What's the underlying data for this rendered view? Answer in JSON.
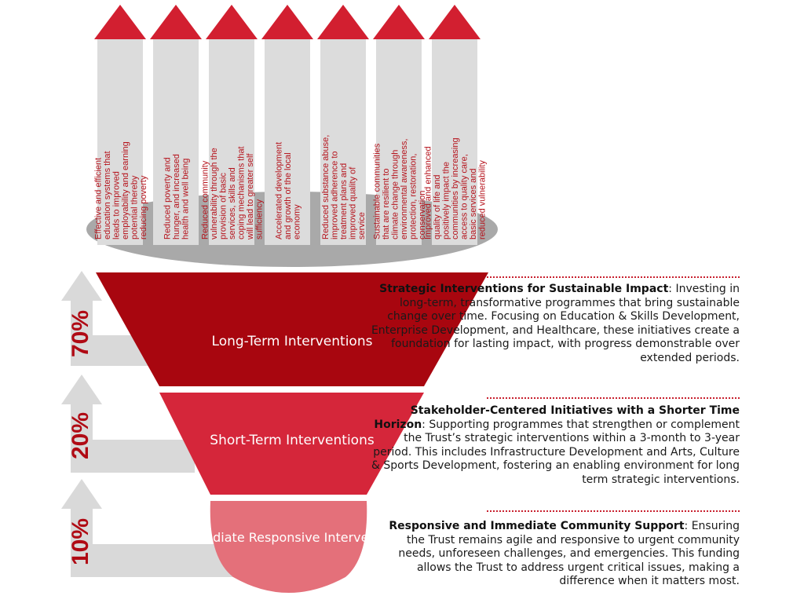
{
  "outcomes": [
    "Effective and efficient education systems that leads to improved employability and earning potential thereby reducing poverty",
    "Reduced poverty and hunger, and increased health and well being",
    "Reduced community vulnerability through the provision of basic services, skills and coping mechanisms that will lead to greater self sufficiency",
    "Accelerated development and growth of the local economy",
    "Reduced substance abuse, improved adherence to treatment plans and improved quality of service",
    "Sustainable communities that are resilient to climate change through environmental awareness, protection, restoration, conservation",
    "Improved and enhanced quality of life and positively impact the communities by increasing access to quality care, basic services and reduced vulnerability"
  ],
  "tiers": [
    {
      "percent": "70%",
      "label": "Long-Term Interventions",
      "color": "#a8060f",
      "desc_title": "Strategic Interventions for Sustainable Impact",
      "desc_text": ": Investing in long-term, transformative programmes that bring sustainable change over time. Focusing on Education & Skills Development, Enterprise Development, and Healthcare, these initiatives create a foundation for lasting impact, with progress demonstrable over extended periods."
    },
    {
      "percent": "20%",
      "label": "Short-Term Interventions",
      "color": "#d5263a",
      "desc_title": "Stakeholder-Centered Initiatives with a Shorter Time Horizon",
      "desc_text": ": Supporting programmes that strengthen or complement the Trust’s strategic interventions within a 3-month to 3-year period. This includes Infrastructure Development and Arts, Culture & Sports Development, fostering an enabling environment for long term strategic interventions."
    },
    {
      "percent": "10%",
      "label": "Immediate Responsive Interventions",
      "color": "#e4707a",
      "desc_title": "Responsive and Immediate Community Support",
      "desc_text": ": Ensuring the Trust remains agile and responsive to urgent community needs, unforeseen challenges, and emergencies. This funding allows the Trust to address urgent critical issues, making a difference when it matters most."
    }
  ],
  "colors": {
    "arrow_head": "#d21f30",
    "arrow_body": "#dcdcdc",
    "outcome_text": "#b5121b",
    "ellipse": "#a9a9a9",
    "side_arrow": "#d9d9d9",
    "percent_text": "#b00a14",
    "tier_label": "#ffffff",
    "divider": "#c8202e"
  }
}
